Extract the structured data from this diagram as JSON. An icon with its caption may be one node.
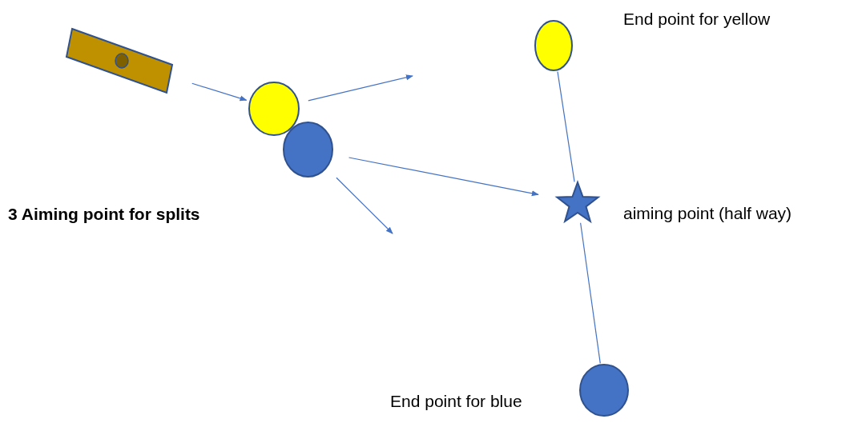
{
  "diagram": {
    "title": "3 Aiming point for splits",
    "nodes": [
      {
        "text": [],
        "shape": "box"
      },
      {
        "text": [],
        "shape": "circle"
      },
      {
        "text": [],
        "shape": "circle"
      },
      {
        "text": [],
        "shape": "circle",
        "beside": [
          "End point for yellow"
        ]
      },
      {
        "text": [],
        "shape": "star",
        "beside": [
          "aiming point (half way)"
        ]
      },
      {
        "text": [],
        "shape": "circle",
        "beside": [
          "End point for blue"
        ]
      }
    ],
    "edges": [
      {
        "from": 0,
        "to": 1,
        "arrow": "to"
      },
      {
        "from": 1,
        "to": null,
        "arrow": "to"
      },
      {
        "from": 2,
        "to": 4,
        "arrow": "to"
      },
      {
        "from": 2,
        "to": null,
        "arrow": "to"
      },
      {
        "from": 3,
        "to": 4,
        "arrow": "none"
      },
      {
        "from": 4,
        "to": 5,
        "arrow": "none"
      }
    ]
  }
}
